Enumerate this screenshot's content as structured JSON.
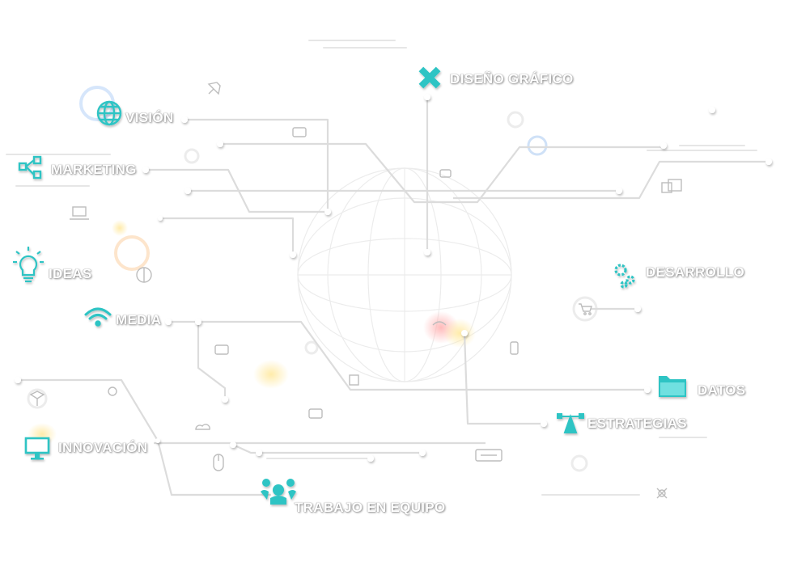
{
  "nodes": [
    {
      "key": "diseno",
      "label": "DISEÑO GRÁFICO",
      "icon": "pencil-ruler-icon"
    },
    {
      "key": "vision",
      "label": "VISIÓN",
      "icon": "globe-icon"
    },
    {
      "key": "marketing",
      "label": "MARKETING",
      "icon": "share-icon"
    },
    {
      "key": "ideas",
      "label": "IDEAS",
      "icon": "lightbulb-icon"
    },
    {
      "key": "media",
      "label": "MEDIA",
      "icon": "wifi-icon"
    },
    {
      "key": "innovacion",
      "label": "INNOVACIÓN",
      "icon": "monitor-icon"
    },
    {
      "key": "trabajo",
      "label": "TRABAJO EN EQUIPO",
      "icon": "team-icon"
    },
    {
      "key": "desarrollo",
      "label": "DESARROLLO",
      "icon": "gears-icon"
    },
    {
      "key": "datos",
      "label": "DATOS",
      "icon": "folder-icon"
    },
    {
      "key": "estrategias",
      "label": "ESTRATEGIAS",
      "icon": "vector-pen-icon"
    }
  ],
  "colors": {
    "accent": "#2ec4c4",
    "line": "#dcdcdc",
    "label_text": "#ffffff",
    "background": "#ffffff"
  }
}
